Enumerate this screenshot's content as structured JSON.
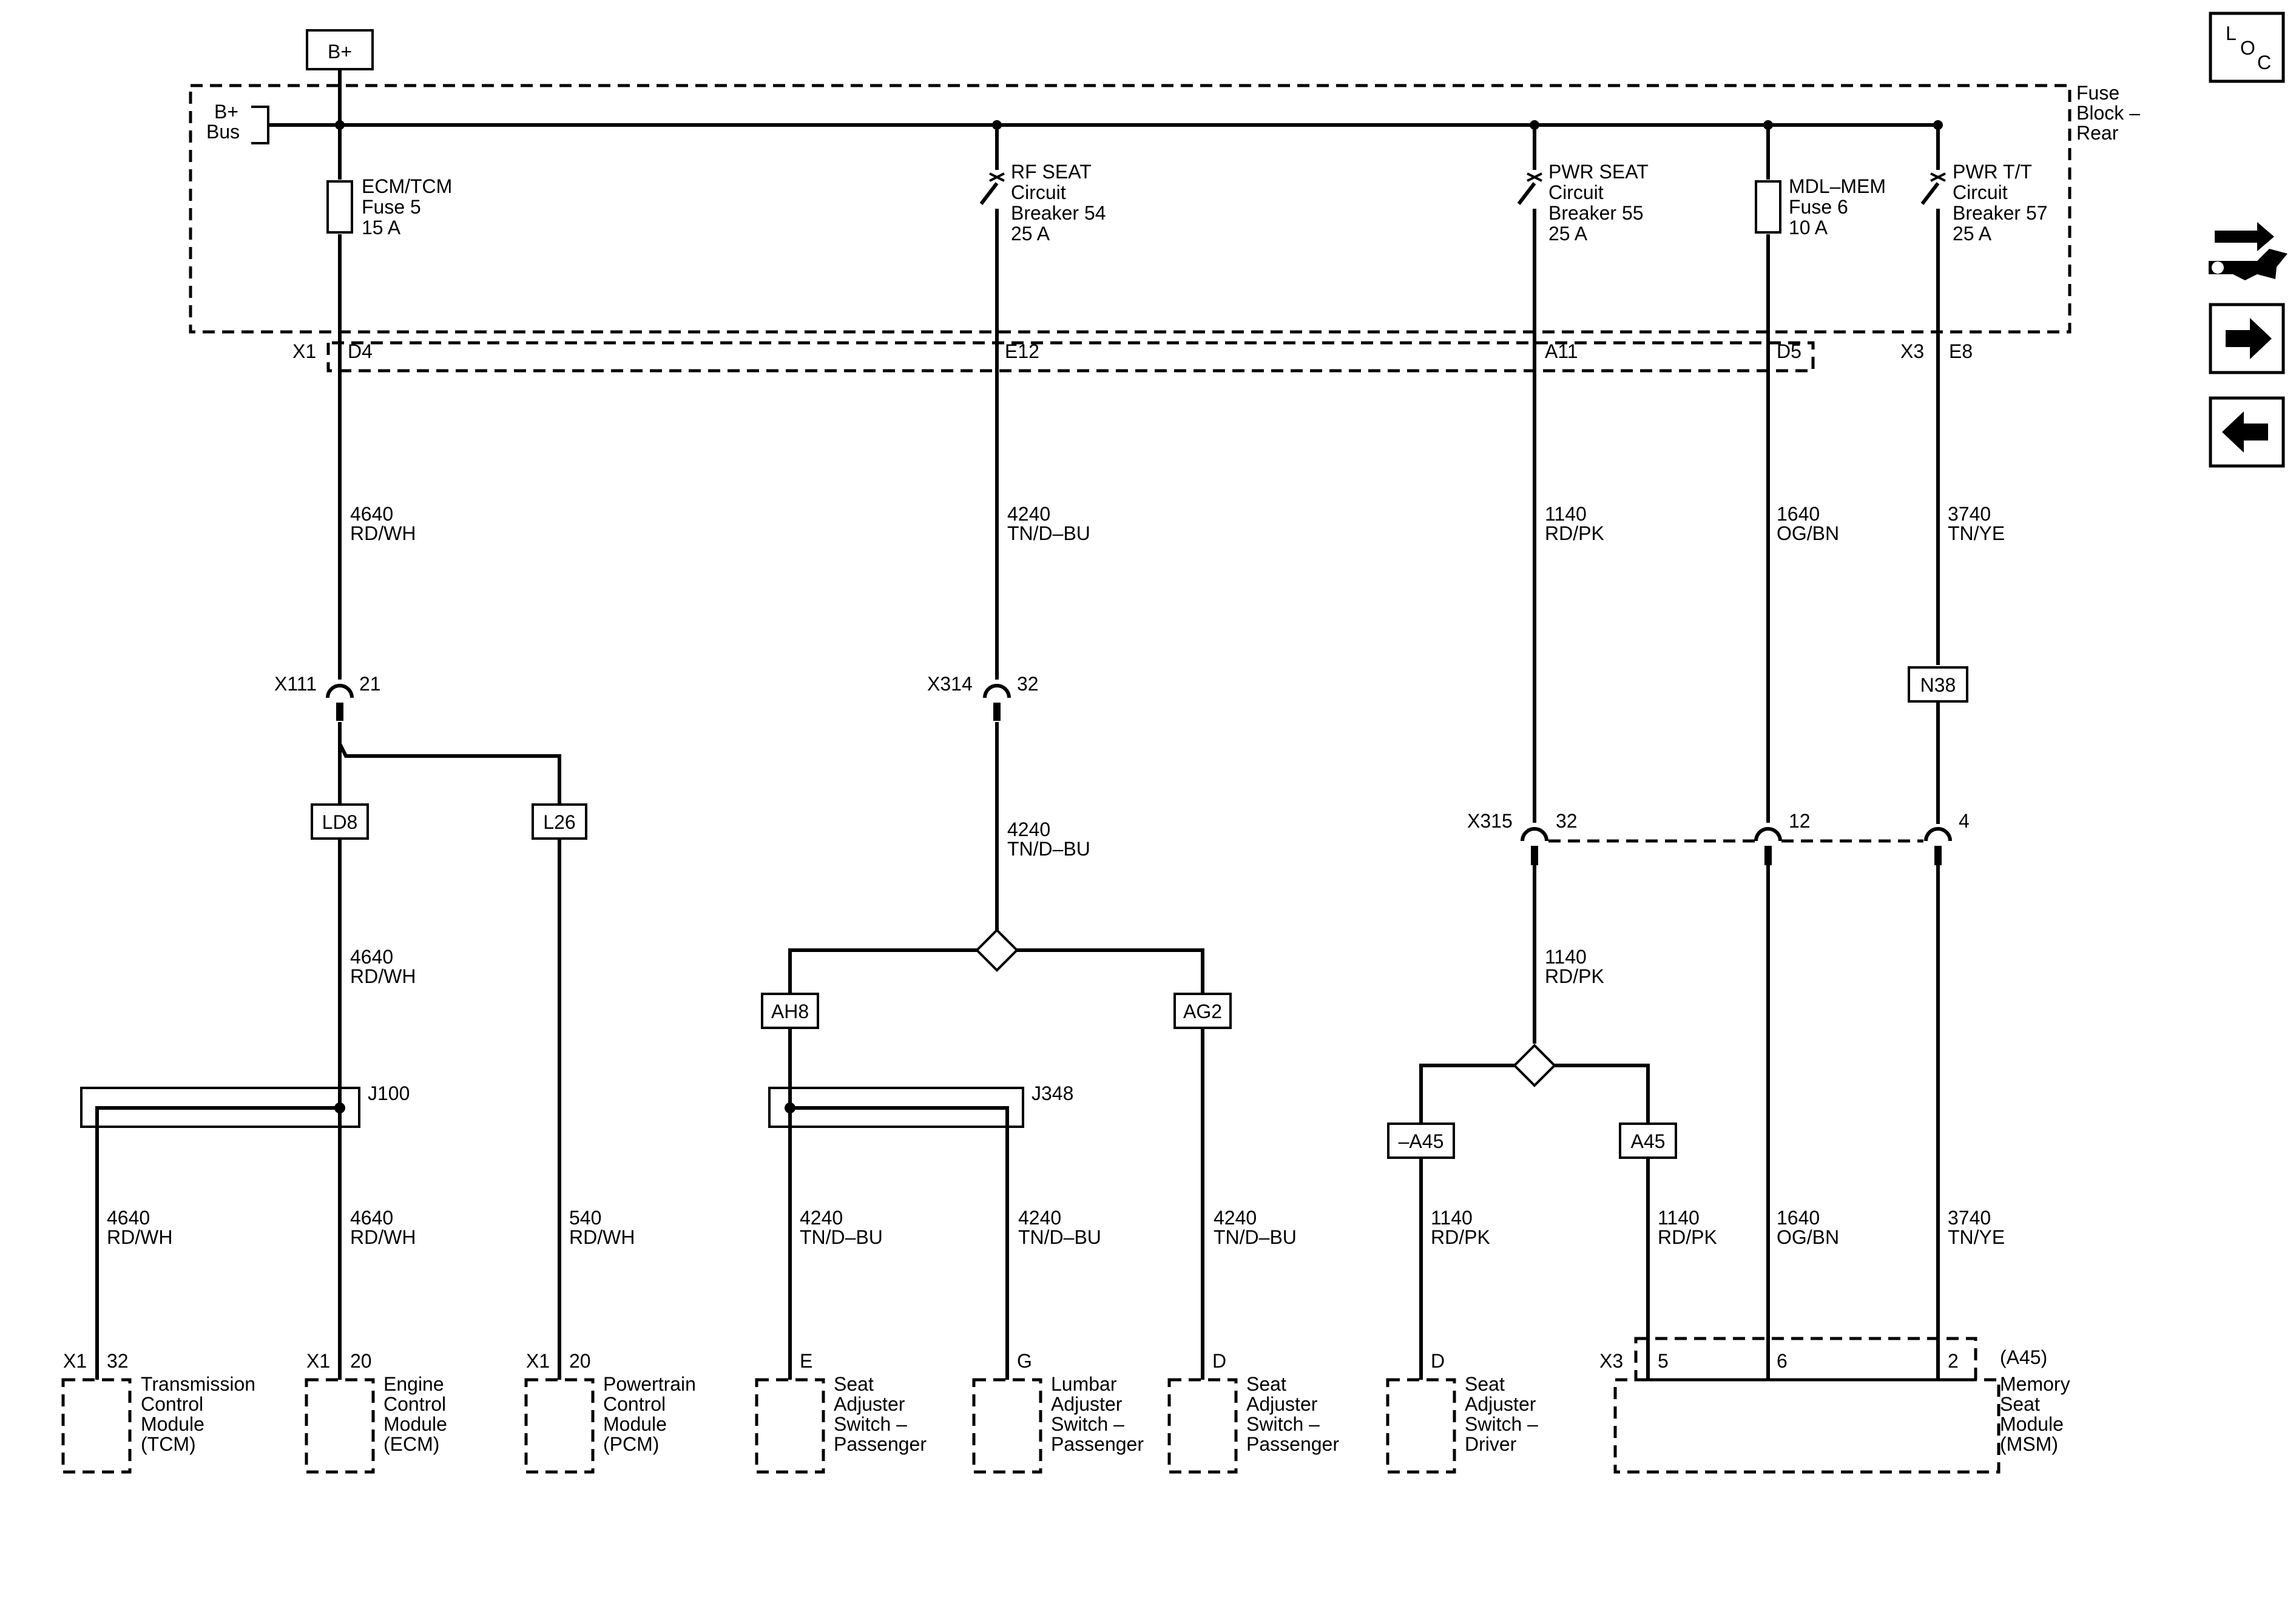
{
  "battery": "B+",
  "fuse_block": {
    "label_line1": "Fuse",
    "label_line2": "Block –",
    "label_line3": "Rear",
    "bus_line1": "B+",
    "bus_line2": "Bus"
  },
  "devices": [
    {
      "lines": [
        "ECM/TCM",
        "Fuse 5",
        "15 A"
      ]
    },
    {
      "lines": [
        "RF SEAT",
        "Circuit",
        "Breaker 54",
        "25 A"
      ]
    },
    {
      "lines": [
        "PWR SEAT",
        "Circuit",
        "Breaker 55",
        "25 A"
      ]
    },
    {
      "lines": [
        "MDL–MEM",
        "Fuse 6",
        "10 A"
      ]
    },
    {
      "lines": [
        "PWR T/T",
        "Circuit",
        "Breaker 57",
        "25 A"
      ]
    }
  ],
  "connectors": {
    "x1": "X1",
    "x3": "X3",
    "pins_top": [
      "D4",
      "E12",
      "A11",
      "D5",
      "E8"
    ],
    "x111": "X111",
    "x111_pin": "21",
    "x314": "X314",
    "x314_pin": "32",
    "x315": "X315",
    "x315_pins": [
      "32",
      "12",
      "4"
    ]
  },
  "wires": [
    {
      "circuit": "4640",
      "color": "RD/WH"
    },
    {
      "circuit": "4240",
      "color": "TN/D–BU"
    },
    {
      "circuit": "1140",
      "color": "RD/PK"
    },
    {
      "circuit": "1640",
      "color": "OG/BN"
    },
    {
      "circuit": "3740",
      "color": "TN/YE"
    },
    {
      "circuit": "540",
      "color": "RD/WH"
    }
  ],
  "options": {
    "ld8": "LD8",
    "l26": "L26",
    "n38": "N38",
    "ah8": "AH8",
    "ag2": "AG2",
    "na45": "–A45",
    "a45": "A45"
  },
  "splices": {
    "j100": "J100",
    "j348": "J348"
  },
  "modules": [
    {
      "conn": "X1",
      "pin": "32",
      "lines": [
        "Transmission",
        "Control",
        "Module",
        "(TCM)"
      ]
    },
    {
      "conn": "X1",
      "pin": "20",
      "lines": [
        "Engine",
        "Control",
        "Module",
        "(ECM)"
      ]
    },
    {
      "conn": "X1",
      "pin": "20",
      "lines": [
        "Powertrain",
        "Control",
        "Module",
        "(PCM)"
      ]
    },
    {
      "conn": "",
      "pin": "E",
      "lines": [
        "Seat",
        "Adjuster",
        "Switch –",
        "Passenger"
      ]
    },
    {
      "conn": "",
      "pin": "G",
      "lines": [
        "Lumbar",
        "Adjuster",
        "Switch –",
        "Passenger"
      ]
    },
    {
      "conn": "",
      "pin": "D",
      "lines": [
        "Seat",
        "Adjuster",
        "Switch –",
        "Passenger"
      ]
    },
    {
      "conn": "",
      "pin": "D",
      "lines": [
        "Seat",
        "Adjuster",
        "Switch –",
        "Driver"
      ]
    }
  ],
  "msm": {
    "conn": "X3",
    "pins": [
      "5",
      "6",
      "2"
    ],
    "ref": "(A45)",
    "lines": [
      "Memory",
      "Seat",
      "Module",
      "(MSM)"
    ]
  },
  "nav": {
    "loc": {
      "l": "L",
      "o": "O",
      "c": "C"
    },
    "buttons": [
      "loc",
      "diagnostic",
      "next",
      "previous"
    ],
    "icons": [
      "loc-icon",
      "diagnostic-tools-icon",
      "arrow-right-icon",
      "arrow-left-icon"
    ]
  }
}
